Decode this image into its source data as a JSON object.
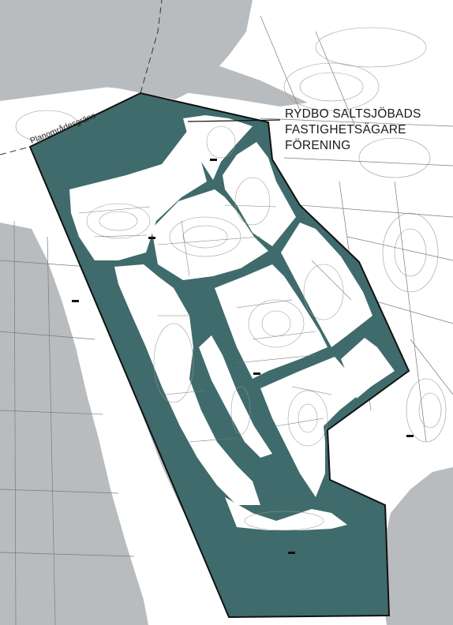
{
  "map": {
    "labels": {
      "owner_line_1": "RYDBO SALTSJÖBADS",
      "owner_line_2": "FASTIGHETSÄGARE",
      "owner_line_3": "FÖRENING",
      "boundary_label": "Planområdesgräns"
    },
    "colors": {
      "paper": "#ffffff",
      "water": "#b9bcbe",
      "owner_land": "#3f6b6c",
      "plan_boundary": "#111111",
      "contour": "#9a9a9a",
      "property_line": "#7a7a7a"
    }
  }
}
